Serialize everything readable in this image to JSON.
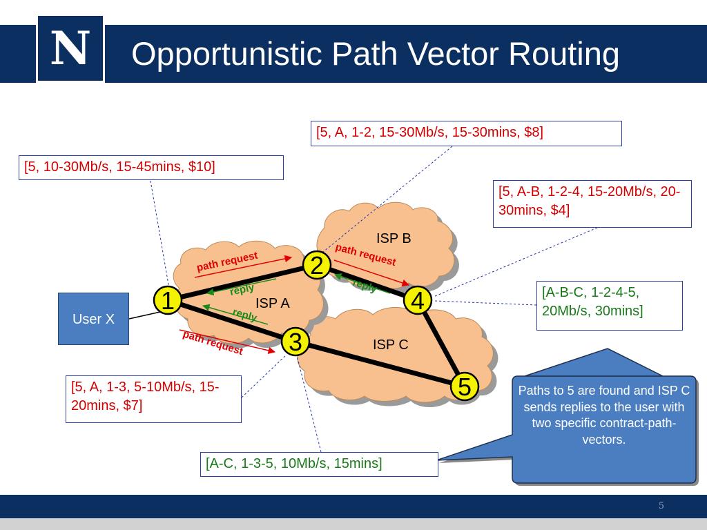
{
  "slide": {
    "title": "Opportunistic Path Vector Routing",
    "logo": "N",
    "page_number": "5"
  },
  "clouds": {
    "isp_a": "ISP A",
    "isp_b": "ISP B",
    "isp_c": "ISP C"
  },
  "nodes": {
    "n1": "1",
    "n2": "2",
    "n3": "3",
    "n4": "4",
    "n5": "5"
  },
  "user": "User X",
  "messages": {
    "req_1_2": "path request",
    "req_2_4": "path request",
    "req_1_3": "path request",
    "reply_2_1": "reply",
    "reply_4_2": "reply",
    "reply_3_1": "reply"
  },
  "callouts": {
    "top_left": "[5, 10-30Mb/s, 15-45mins, $10]",
    "top_center": "[5, A, 1-2, 15-30Mb/s, 15-30mins, $8]",
    "right_red": "[5, A-B, 1-2-4, 15-20Mb/s, 20-30mins, $4]",
    "right_green": "[A-B-C, 1-2-4-5, 20Mb/s, 30mins]",
    "left_red": "[5, A, 1-3, 5-10Mb/s, 15-20mins, $7]",
    "bottom_green": "[A-C, 1-3-5, 10Mb/s, 15mins]"
  },
  "speech_bubble": "Paths to 5 are found and ISP C sends replies to the user with two specific contract-path-vectors.",
  "colors": {
    "navy": "#0b2f61",
    "cloud_fill": "#f8c08f",
    "node_fill": "#f5f200",
    "request_red": "#e00000",
    "reply_green": "#1a8a1a",
    "bubble_blue": "#4a7ec0"
  }
}
